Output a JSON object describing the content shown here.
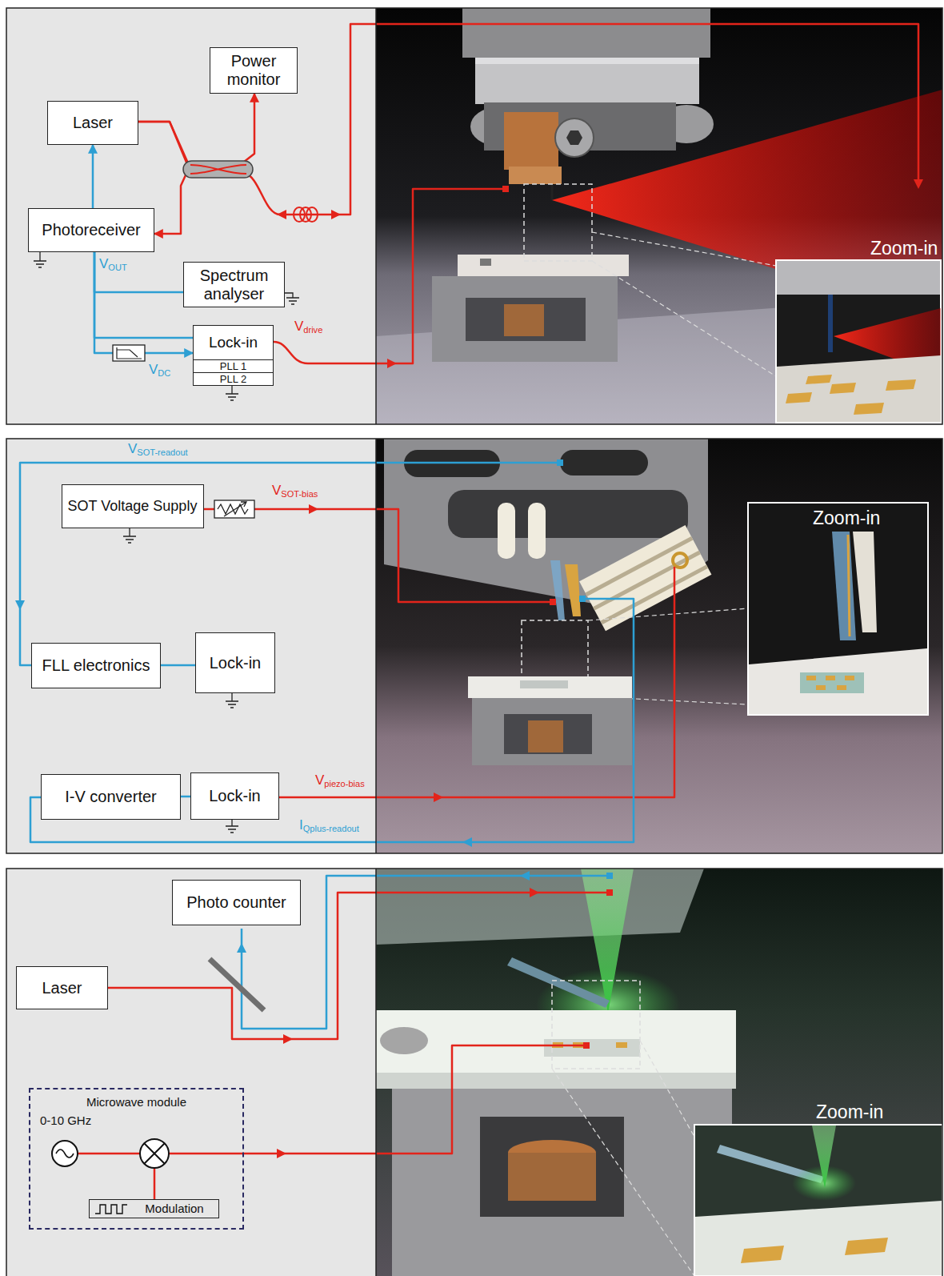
{
  "diagram": {
    "nodes": [
      {
        "text": [
          "Laser"
        ]
      },
      {
        "text": [
          "Power monitor"
        ]
      },
      {
        "text": [
          "Photoreceiver"
        ]
      },
      {
        "text": [
          "Spectrum analyser"
        ]
      },
      {
        "text": [
          "Lock-in",
          "PLL 1",
          "PLL 2"
        ]
      },
      {
        "text": [
          "SOT Voltage Supply"
        ]
      },
      {
        "text": [
          "FLL electronics"
        ]
      },
      {
        "text": [
          "Lock-in"
        ]
      },
      {
        "text": [
          "I-V converter"
        ]
      },
      {
        "text": [
          "Lock-in"
        ]
      },
      {
        "text": [
          "Photo counter"
        ]
      },
      {
        "text": [
          "Laser"
        ]
      },
      {
        "text": [
          "Microwave module"
        ]
      },
      {
        "text": [
          "Modulation"
        ],
        "in": 12
      }
    ],
    "edges": [
      {
        "from": 0,
        "to": 1,
        "arrow": "to"
      },
      {
        "from": 0,
        "to": 2,
        "arrow": "to"
      },
      {
        "from": 2,
        "to": 0,
        "arrow": "to"
      },
      {
        "from": 2,
        "to": 3,
        "arrow": "none"
      },
      {
        "from": 2,
        "to": 4,
        "arrow": "none"
      },
      {
        "from": 2,
        "to": 4,
        "label": "VDC",
        "arrow": "to"
      },
      {
        "from": 6,
        "to": 7,
        "arrow": "none"
      },
      {
        "from": 8,
        "to": 9,
        "arrow": "none"
      }
    ],
    "labels": [
      "VOUT",
      "Vdrive",
      "Zoom-in",
      "VSOT-readout",
      "VSOT-bias",
      "Vpiezo-bias",
      "IQplus-readout",
      "Zoom-in",
      "0-10 GHz",
      "Zoom-in"
    ]
  }
}
